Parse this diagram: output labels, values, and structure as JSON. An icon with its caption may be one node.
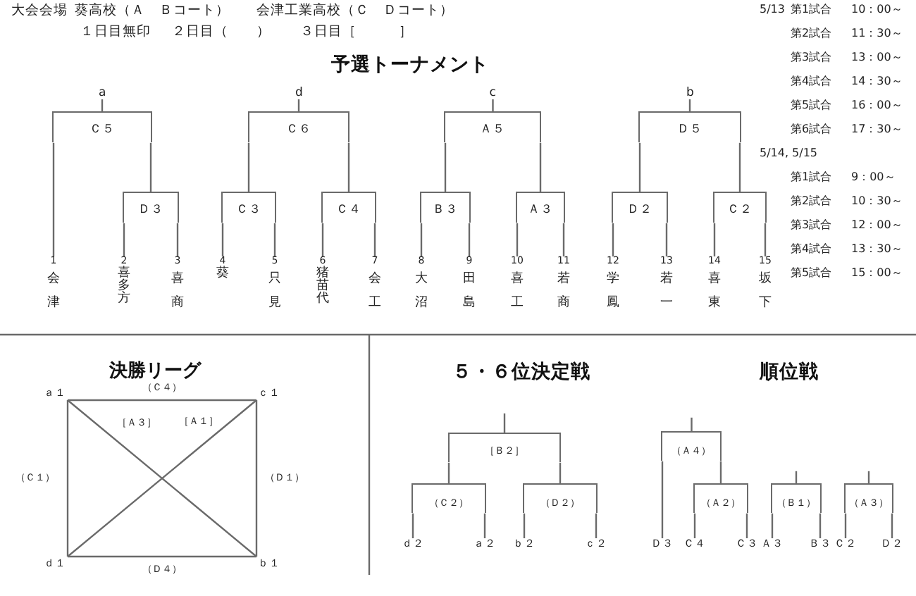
{
  "diagram": {
    "nodes": [
      {
        "text": [
          "a"
        ]
      },
      {
        "text": [
          "d"
        ]
      },
      {
        "text": [
          "c"
        ]
      },
      {
        "text": [
          "b"
        ]
      },
      {
        "text": [
          "Ｃ５"
        ]
      },
      {
        "text": [
          "Ｃ６"
        ]
      },
      {
        "text": [
          "Ａ５"
        ]
      },
      {
        "text": [
          "Ｄ５"
        ]
      },
      {
        "text": [
          "Ｄ３"
        ]
      },
      {
        "text": [
          "Ｃ３"
        ]
      },
      {
        "text": [
          "Ｃ４"
        ]
      },
      {
        "text": [
          "Ｂ３"
        ]
      },
      {
        "text": [
          "Ａ３"
        ]
      },
      {
        "text": [
          "Ｄ２"
        ]
      },
      {
        "text": [
          "Ｃ２"
        ]
      },
      {
        "text": [
          "1",
          "会津"
        ]
      },
      {
        "text": [
          "2",
          "喜多方"
        ]
      },
      {
        "text": [
          "3",
          "喜商"
        ]
      },
      {
        "text": [
          "4",
          "葵"
        ]
      },
      {
        "text": [
          "5",
          "只見"
        ]
      },
      {
        "text": [
          "6",
          "猪苗代"
        ]
      },
      {
        "text": [
          "7",
          "会工"
        ]
      },
      {
        "text": [
          "8",
          "大沼"
        ]
      },
      {
        "text": [
          "9",
          "田島"
        ]
      },
      {
        "text": [
          "10",
          "喜工"
        ]
      },
      {
        "text": [
          "11",
          "若商"
        ]
      },
      {
        "text": [
          "12",
          "学鳳"
        ]
      },
      {
        "text": [
          "13",
          "若一"
        ]
      },
      {
        "text": [
          "14",
          "喜東"
        ]
      },
      {
        "text": [
          "15",
          "坂下"
        ]
      },
      {
        "text": [
          "ａ１"
        ]
      },
      {
        "text": [
          "ｃ１"
        ]
      },
      {
        "text": [
          "ｄ１"
        ]
      },
      {
        "text": [
          "ｂ１"
        ]
      },
      {
        "text": [
          "［Ｂ２］"
        ]
      },
      {
        "text": [
          "（Ｃ２）"
        ]
      },
      {
        "text": [
          "（Ｄ２）"
        ]
      },
      {
        "text": [
          "ｄ２"
        ]
      },
      {
        "text": [
          "ａ２"
        ]
      },
      {
        "text": [
          "ｂ２"
        ]
      },
      {
        "text": [
          "ｃ２"
        ]
      },
      {
        "text": [
          "（Ａ４）"
        ]
      },
      {
        "text": [
          "（Ａ２）"
        ]
      },
      {
        "text": [
          "（Ｂ１）"
        ]
      },
      {
        "text": [
          "（Ａ３）"
        ]
      },
      {
        "text": [
          "Ｄ３"
        ]
      },
      {
        "text": [
          "Ｃ４"
        ]
      },
      {
        "text": [
          "Ｃ３"
        ]
      },
      {
        "text": [
          "Ａ３"
        ]
      },
      {
        "text": [
          "Ｂ３"
        ]
      },
      {
        "text": [
          "Ｃ２"
        ]
      },
      {
        "text": [
          "Ｄ２"
        ]
      }
    ],
    "edges": [
      {
        "from": 4,
        "to": 0,
        "arrow": "none"
      },
      {
        "from": 15,
        "to": 4,
        "arrow": "none"
      },
      {
        "from": 8,
        "to": 4,
        "arrow": "none"
      },
      {
        "from": 16,
        "to": 8,
        "arrow": "none"
      },
      {
        "from": 17,
        "to": 8,
        "arrow": "none"
      },
      {
        "from": 5,
        "to": 1,
        "arrow": "none"
      },
      {
        "from": 9,
        "to": 5,
        "arrow": "none"
      },
      {
        "from": 10,
        "to": 5,
        "arrow": "none"
      },
      {
        "from": 18,
        "to": 9,
        "arrow": "none"
      },
      {
        "from": 19,
        "to": 9,
        "arrow": "none"
      },
      {
        "from": 20,
        "to": 10,
        "arrow": "none"
      },
      {
        "from": 21,
        "to": 10,
        "arrow": "none"
      },
      {
        "from": 6,
        "to": 2,
        "arrow": "none"
      },
      {
        "from": 11,
        "to": 6,
        "arrow": "none"
      },
      {
        "from": 12,
        "to": 6,
        "arrow": "none"
      },
      {
        "from": 22,
        "to": 11,
        "arrow": "none"
      },
      {
        "from": 23,
        "to": 11,
        "arrow": "none"
      },
      {
        "from": 24,
        "to": 12,
        "arrow": "none"
      },
      {
        "from": 25,
        "to": 12,
        "arrow": "none"
      },
      {
        "from": 7,
        "to": 3,
        "arrow": "none"
      },
      {
        "from": 13,
        "to": 7,
        "arrow": "none"
      },
      {
        "from": 14,
        "to": 7,
        "arrow": "none"
      },
      {
        "from": 26,
        "to": 13,
        "arrow": "none"
      },
      {
        "from": 27,
        "to": 13,
        "arrow": "none"
      },
      {
        "from": 28,
        "to": 14,
        "arrow": "none"
      },
      {
        "from": 29,
        "to": 14,
        "arrow": "none"
      },
      {
        "from": 30,
        "to": 31,
        "arrow": "none",
        "label": "（Ｃ４）"
      },
      {
        "from": 30,
        "to": 32,
        "arrow": "none",
        "label": "（Ｃ１）"
      },
      {
        "from": 31,
        "to": 33,
        "arrow": "none",
        "label": "（Ｄ１）"
      },
      {
        "from": 32,
        "to": 33,
        "arrow": "none",
        "label": "（Ｄ４）"
      },
      {
        "from": 30,
        "to": 33,
        "arrow": "none",
        "label": "［Ａ３］"
      },
      {
        "from": 31,
        "to": 32,
        "arrow": "none",
        "label": "［Ａ１］"
      },
      {
        "from": 34,
        "to": null,
        "arrow": "none"
      },
      {
        "from": 35,
        "to": 34,
        "arrow": "none"
      },
      {
        "from": 36,
        "to": 34,
        "arrow": "none"
      },
      {
        "from": 37,
        "to": 35,
        "arrow": "none"
      },
      {
        "from": 38,
        "to": 35,
        "arrow": "none"
      },
      {
        "from": 39,
        "to": 36,
        "arrow": "none"
      },
      {
        "from": 40,
        "to": 36,
        "arrow": "none"
      },
      {
        "from": 41,
        "to": null,
        "arrow": "none"
      },
      {
        "from": 45,
        "to": 41,
        "arrow": "none"
      },
      {
        "from": 42,
        "to": 41,
        "arrow": "none"
      },
      {
        "from": 46,
        "to": 42,
        "arrow": "none"
      },
      {
        "from": 47,
        "to": 42,
        "arrow": "none"
      },
      {
        "from": 43,
        "to": null,
        "arrow": "none"
      },
      {
        "from": 48,
        "to": 43,
        "arrow": "none"
      },
      {
        "from": 49,
        "to": 43,
        "arrow": "none"
      },
      {
        "from": 44,
        "to": null,
        "arrow": "none"
      },
      {
        "from": 50,
        "to": 44,
        "arrow": "none"
      },
      {
        "from": 51,
        "to": 44,
        "arrow": "none"
      }
    ],
    "labels": [
      "大会会場",
      "葵高校（Ａ　Ｂコート）",
      "会津工業高校（Ｃ　Ｄコート）",
      "１日目無印",
      "２日目（　　）",
      "３日目［　　　］",
      "予選トーナメント",
      "5/13",
      "第1試合",
      "10：00～",
      "第2試合",
      "11：30～",
      "第3試合",
      "13：00～",
      "第4試合",
      "14：30～",
      "第5試合",
      "16：00～",
      "第6試合",
      "17：30～",
      "5/14, 5/15",
      "第1試合",
      "9：00～",
      "第2試合",
      "10：30～",
      "第3試合",
      "12：00～",
      "第4試合",
      "13：30～",
      "第5試合",
      "15：00～",
      "決勝リーグ",
      "５・６位決定戦",
      "順位戦"
    ]
  }
}
